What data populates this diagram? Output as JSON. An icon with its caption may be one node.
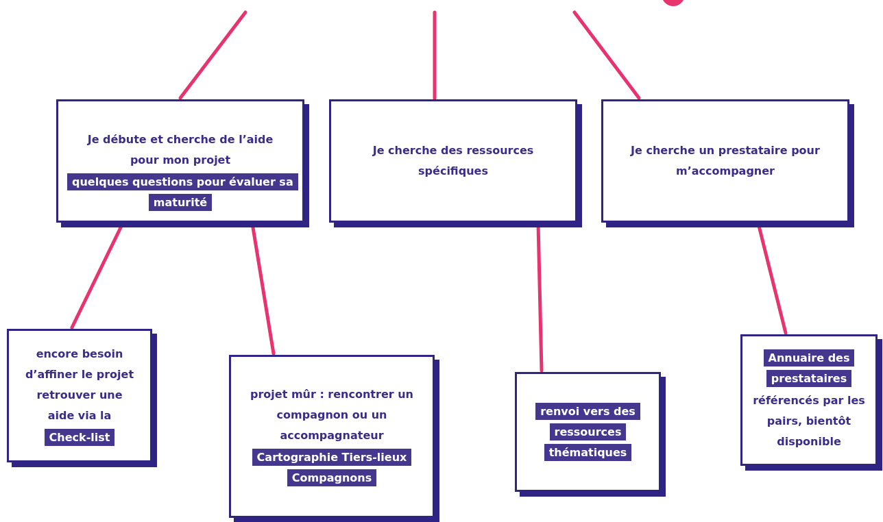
{
  "diagram": {
    "nodes": [
      {
        "text": [
          "Je débute et cherche de l’aide pour mon projet",
          "quelques questions pour évaluer sa maturité"
        ]
      },
      {
        "text": [
          "Je cherche des ressources spécifiques"
        ]
      },
      {
        "text": [
          "Je cherche un prestataire pour m’accompagner"
        ]
      },
      {
        "text": [
          "encore besoin d’affiner le projet retrouver une aide via la",
          "Check-list"
        ]
      },
      {
        "text": [
          "projet mûr : rencontrer un compagnon ou un accompagnateur",
          "Cartographie Tiers-lieux Compagnons"
        ]
      },
      {
        "text": [
          "renvoi vers des ressources thématiques"
        ]
      },
      {
        "text": [
          "Annuaire des prestataires",
          "référencés par les pairs, bientôt disponible"
        ]
      }
    ],
    "edges": [
      {
        "from": null,
        "to": 0,
        "arrow": "none"
      },
      {
        "from": null,
        "to": 1,
        "arrow": "none"
      },
      {
        "from": null,
        "to": 2,
        "arrow": "none"
      },
      {
        "from": 0,
        "to": 3,
        "arrow": "none"
      },
      {
        "from": 0,
        "to": 4,
        "arrow": "none"
      },
      {
        "from": 1,
        "to": 5,
        "arrow": "none"
      },
      {
        "from": 2,
        "to": 6,
        "arrow": "none"
      }
    ]
  }
}
